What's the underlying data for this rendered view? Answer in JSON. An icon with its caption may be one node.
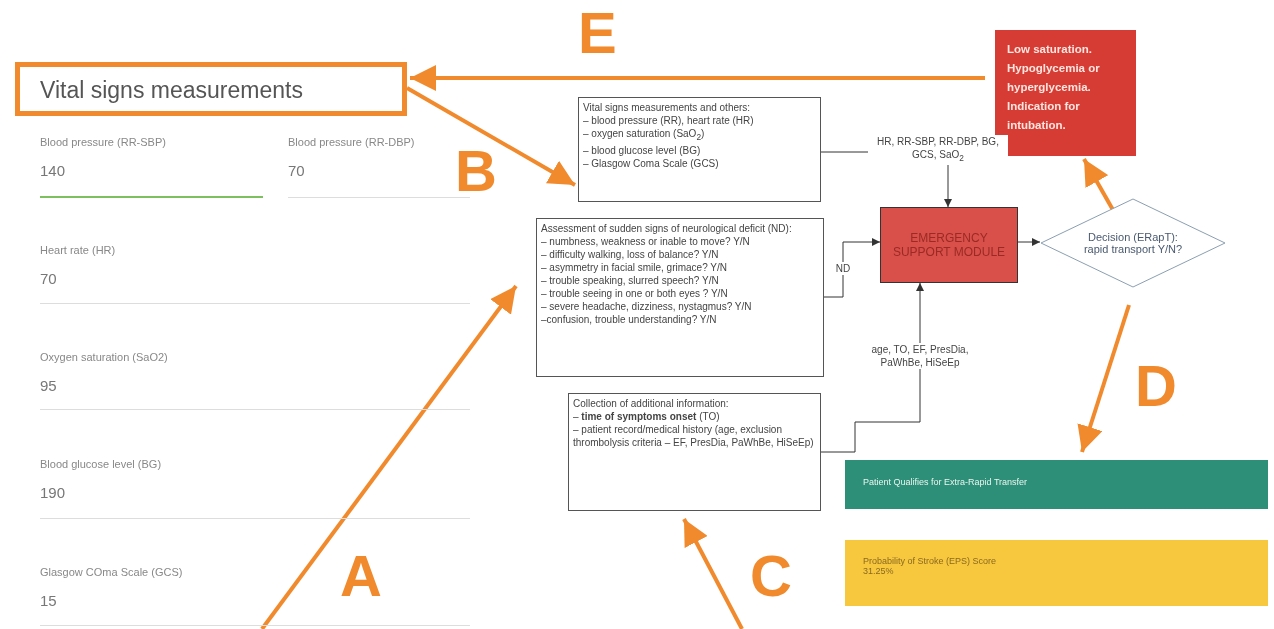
{
  "diagram": {
    "nodes": [
      {
        "text": [
          "Vital signs measurements"
        ]
      },
      {
        "text": [
          "Vital signs measurements and others:",
          "– blood pressure (RR), heart rate (HR)",
          "– oxygen saturation (SaO$_{2}$)",
          "– blood glucose level (BG)",
          "– Glasgow Coma Scale (GCS)"
        ]
      },
      {
        "text": [
          "Assessment of sudden signs of neurological deficit (ND):",
          "– numbness, weakness or inable to move? Y/N",
          "– difficulty walking, loss of balance? Y/N",
          "– asymmetry in facial smile, grimace? Y/N",
          "– trouble speaking, slurred speech? Y/N",
          "– trouble seeing in one or both eyes ? Y/N",
          "– severe headache, dizziness, nystagmus? Y/N",
          "–confusion, trouble understanding? Y/N"
        ]
      },
      {
        "text": [
          "Collection of additional information:",
          "– **time of symptoms onset** (TO)",
          "– patient record/medical history (age, exclusion thrombolysis criteria – EF, PresDia, PaWhBe, HiSeEp)"
        ]
      },
      {
        "text": [
          "EMERGENCY SUPPORT MODULE"
        ]
      },
      {
        "text": [
          "Decision (ERapT): rapid transport Y/N?"
        ]
      },
      {
        "text": [
          "Low saturation. Hypoglycemia or hyperglycemia. Indication for intubation."
        ]
      },
      {
        "text": [
          "Patient Qualifies for Extra-Rapid Transfer"
        ]
      },
      {
        "text": [
          "Probability of Stroke (EPS) Score",
          "31.25%"
        ]
      }
    ],
    "edges": [
      {
        "from": 1,
        "to": 4,
        "arrow": "to",
        "label": "HR, RR-SBP, RR-DBP, BG, GCS, SaO$_{2}$",
        "color": "#333333"
      },
      {
        "from": 2,
        "to": 4,
        "arrow": "to",
        "label": "ND",
        "color": "#333333"
      },
      {
        "from": 3,
        "to": 4,
        "arrow": "to",
        "label": "age, TO, EF, PresDia, PaWhBe, HiSeEp",
        "color": "#333333"
      },
      {
        "from": 4,
        "to": 5,
        "arrow": "to",
        "color": "#333333"
      },
      {
        "from": 6,
        "to": 0,
        "arrow": "to",
        "label": "E"
      },
      {
        "from": 0,
        "to": 1,
        "arrow": "to",
        "label": "B"
      },
      {
        "from": null,
        "to": 2,
        "arrow": "to",
        "label": "A"
      },
      {
        "from": null,
        "to": 3,
        "arrow": "to",
        "label": "C"
      },
      {
        "from": 5,
        "to": 7,
        "arrow": "to",
        "label": "D"
      },
      {
        "from": 5,
        "to": 6,
        "arrow": "to"
      }
    ],
    "labels": [
      "Blood pressure (RR-SBP)",
      "Blood pressure (RR-DBP)",
      "140",
      "70",
      "Heart rate (HR)",
      "70",
      "Oxygen saturation (SaO2)",
      "95",
      "Blood glucose level (BG)",
      "190",
      "Glasgow COma Scale (GCS)",
      "15"
    ]
  }
}
